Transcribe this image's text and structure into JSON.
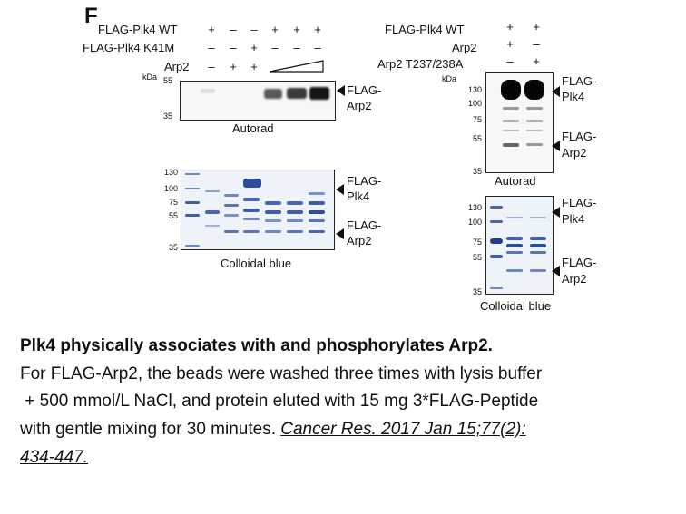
{
  "panel_letter": "F",
  "left": {
    "rows": [
      {
        "label": "FLAG-Plk4 WT",
        "signs": [
          "+",
          "–",
          "–",
          "+",
          "+",
          "+"
        ]
      },
      {
        "label": "FLAG-Plk4 K41M",
        "signs": [
          "–",
          "–",
          "+",
          "–",
          "–",
          "–"
        ]
      },
      {
        "label": "Arp2",
        "signs": [
          "–",
          "+",
          "+"
        ]
      }
    ],
    "kda_label": "kDa",
    "autorad": {
      "markers": [
        "55",
        "35"
      ],
      "right_labels": [
        "FLAG-",
        "Arp2"
      ],
      "name": "Autorad"
    },
    "colloidal": {
      "markers": [
        "130",
        "100",
        "75",
        "55",
        "35"
      ],
      "right_labels": {
        "plk4": [
          "FLAG-",
          "Plk4"
        ],
        "arp2": [
          "FLAG-",
          "Arp2"
        ]
      },
      "name": "Colloidal blue"
    }
  },
  "right": {
    "rows": [
      {
        "label": "FLAG-Plk4 WT",
        "signs": [
          "+",
          "+"
        ]
      },
      {
        "label": "Arp2",
        "signs": [
          "+",
          "–"
        ]
      },
      {
        "label": "Arp2 T237/238A",
        "signs": [
          "–",
          "+"
        ]
      }
    ],
    "kda_label": "kDa",
    "autorad": {
      "markers": [
        "130",
        "100",
        "75",
        "55",
        "35"
      ],
      "right_labels": {
        "plk4": [
          "FLAG-",
          "Plk4"
        ],
        "arp2": [
          "FLAG-",
          "Arp2"
        ]
      },
      "name": "Autorad"
    },
    "colloidal": {
      "markers": [
        "130",
        "100",
        "75",
        "55",
        "35"
      ],
      "right_labels": {
        "plk4": [
          "FLAG-",
          "Plk4"
        ],
        "arp2": [
          "FLAG-",
          "Arp2"
        ]
      },
      "name": "Colloidal blue"
    }
  },
  "caption": {
    "title": "Plk4 physically associates with and phosphorylates Arp2.",
    "body_lines": [
      "For FLAG-Arp2, the beads were washed three times with lysis buffer",
      " + 500 mmol/L NaCl, and protein eluted with 15 mg 3*FLAG-Peptide",
      "with gentle mixing for 30 minutes. "
    ],
    "citation_part1": "Cancer Res. 2017 Jan 15;77(2):",
    "citation_part2": "434-447."
  }
}
